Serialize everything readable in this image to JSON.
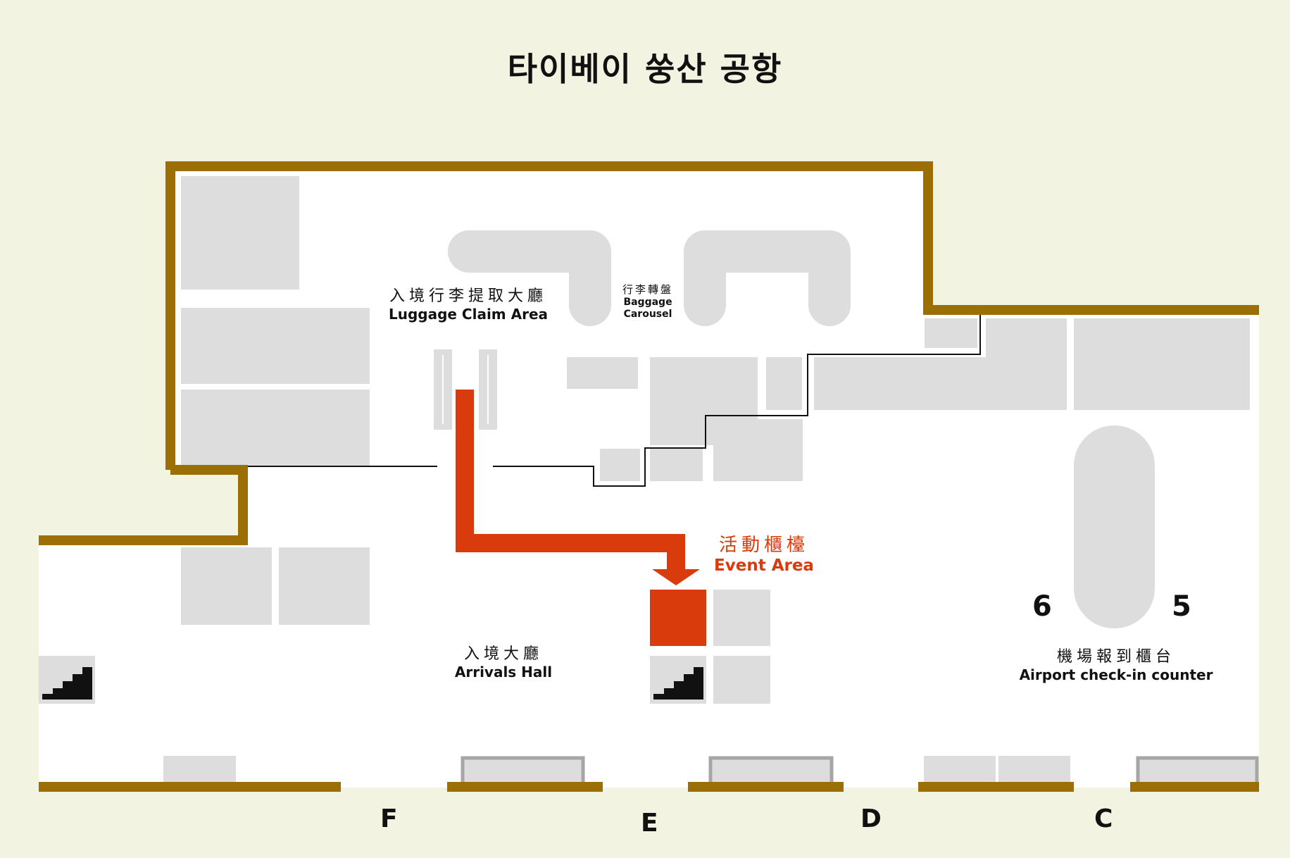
{
  "title": "타이베이 쑹산 공항",
  "labels": {
    "luggage_claim": {
      "zh": "入境行李提取大廳",
      "en": "Luggage Claim Area"
    },
    "carousel": {
      "zh": "行李轉盤",
      "en_line1": "Baggage",
      "en_line2": "Carousel"
    },
    "event_area": {
      "zh": "活動櫃檯",
      "en": "Event Area"
    },
    "arrivals_hall": {
      "zh": "入境大廳",
      "en": "Arrivals Hall"
    },
    "checkin": {
      "zh": "機場報到櫃台",
      "en": "Airport check-in counter"
    }
  },
  "counter_numbers": {
    "left": "6",
    "right": "5"
  },
  "gates": [
    "F",
    "E",
    "D",
    "C"
  ],
  "icons": {
    "stairs": "stairs-icon",
    "arrow": "arrow-down-icon"
  },
  "colors": {
    "background": "#f3f3e2",
    "wall": "#9b6f05",
    "block": "#dddddd",
    "route": "#da3b0d",
    "floor": "#ffffff"
  }
}
